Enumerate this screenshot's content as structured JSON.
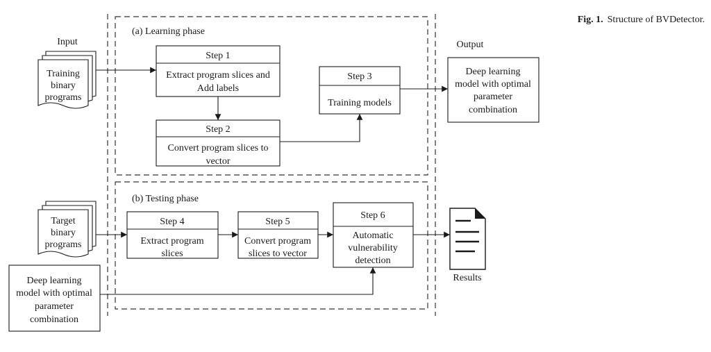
{
  "caption": {
    "label": "Fig. 1.",
    "text": "Structure of BVDetector."
  },
  "labels": {
    "input": "Input",
    "output": "Output",
    "results": "Results",
    "learning_phase": "(a) Learning phase",
    "testing_phase": "(b) Testing phase"
  },
  "docs": {
    "training": [
      "Training",
      "binary",
      "programs"
    ],
    "target": [
      "Target",
      "binary",
      "programs"
    ]
  },
  "output_box": [
    "Deep learning",
    "model with optimal",
    "parameter",
    "combination"
  ],
  "model_input_box": [
    "Deep learning",
    "model with optimal",
    "parameter",
    "combination"
  ],
  "steps": {
    "step1": {
      "title": "Step 1",
      "body": [
        "Extract program slices and",
        "Add labels"
      ]
    },
    "step2": {
      "title": "Step 2",
      "body": [
        "Convert program slices to",
        "vector"
      ]
    },
    "step3": {
      "title": "Step 3",
      "body": [
        "Training models"
      ]
    },
    "step4": {
      "title": "Step 4",
      "body": [
        "Extract program",
        "slices"
      ]
    },
    "step5": {
      "title": "Step 5",
      "body": [
        "Convert program",
        "slices to vector"
      ]
    },
    "step6": {
      "title": "Step 6",
      "body": [
        "Automatic",
        "vulnerability",
        "detection"
      ]
    }
  },
  "icons": {
    "results": "document-icon"
  }
}
